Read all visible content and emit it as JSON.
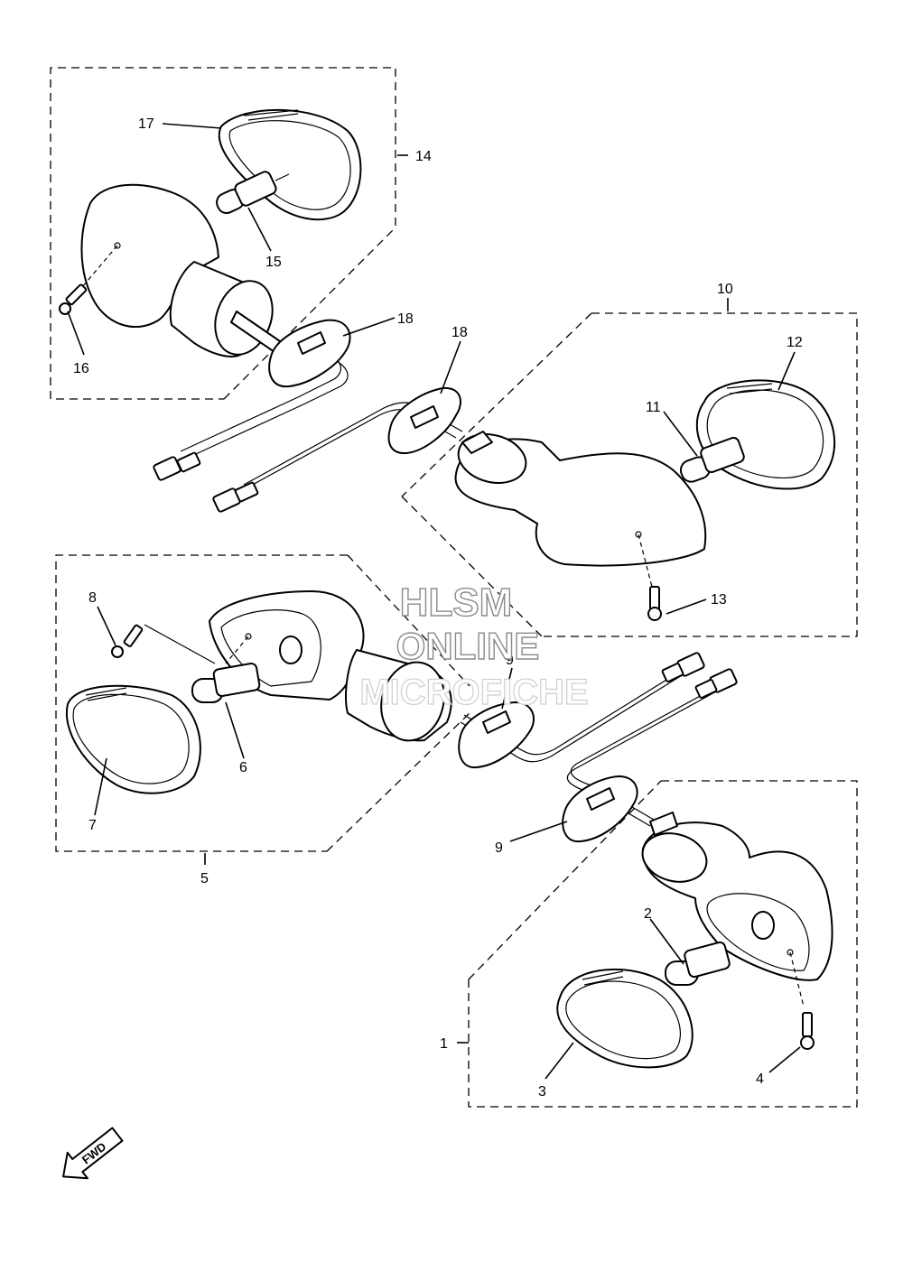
{
  "watermark": {
    "line1": "HLSM",
    "line2": "ONLINE",
    "line3": "MICROFICHE"
  },
  "direction_arrow": {
    "label": "FWD",
    "icon": "fwd-arrow-icon"
  },
  "callouts": [
    "1",
    "2",
    "3",
    "4",
    "5",
    "6",
    "7",
    "8",
    "9",
    "9",
    "10",
    "11",
    "12",
    "13",
    "14",
    "15",
    "16",
    "17",
    "18",
    "18"
  ],
  "assemblies": {
    "rear_left": {
      "number": "14",
      "parts": [
        "15",
        "16",
        "17",
        "18"
      ]
    },
    "rear_right": {
      "number": "10",
      "parts": [
        "11",
        "12",
        "13",
        "18"
      ]
    },
    "front_left": {
      "number": "5",
      "parts": [
        "6",
        "7",
        "8",
        "9"
      ]
    },
    "front_right": {
      "number": "1",
      "parts": [
        "2",
        "3",
        "4",
        "9"
      ]
    }
  }
}
